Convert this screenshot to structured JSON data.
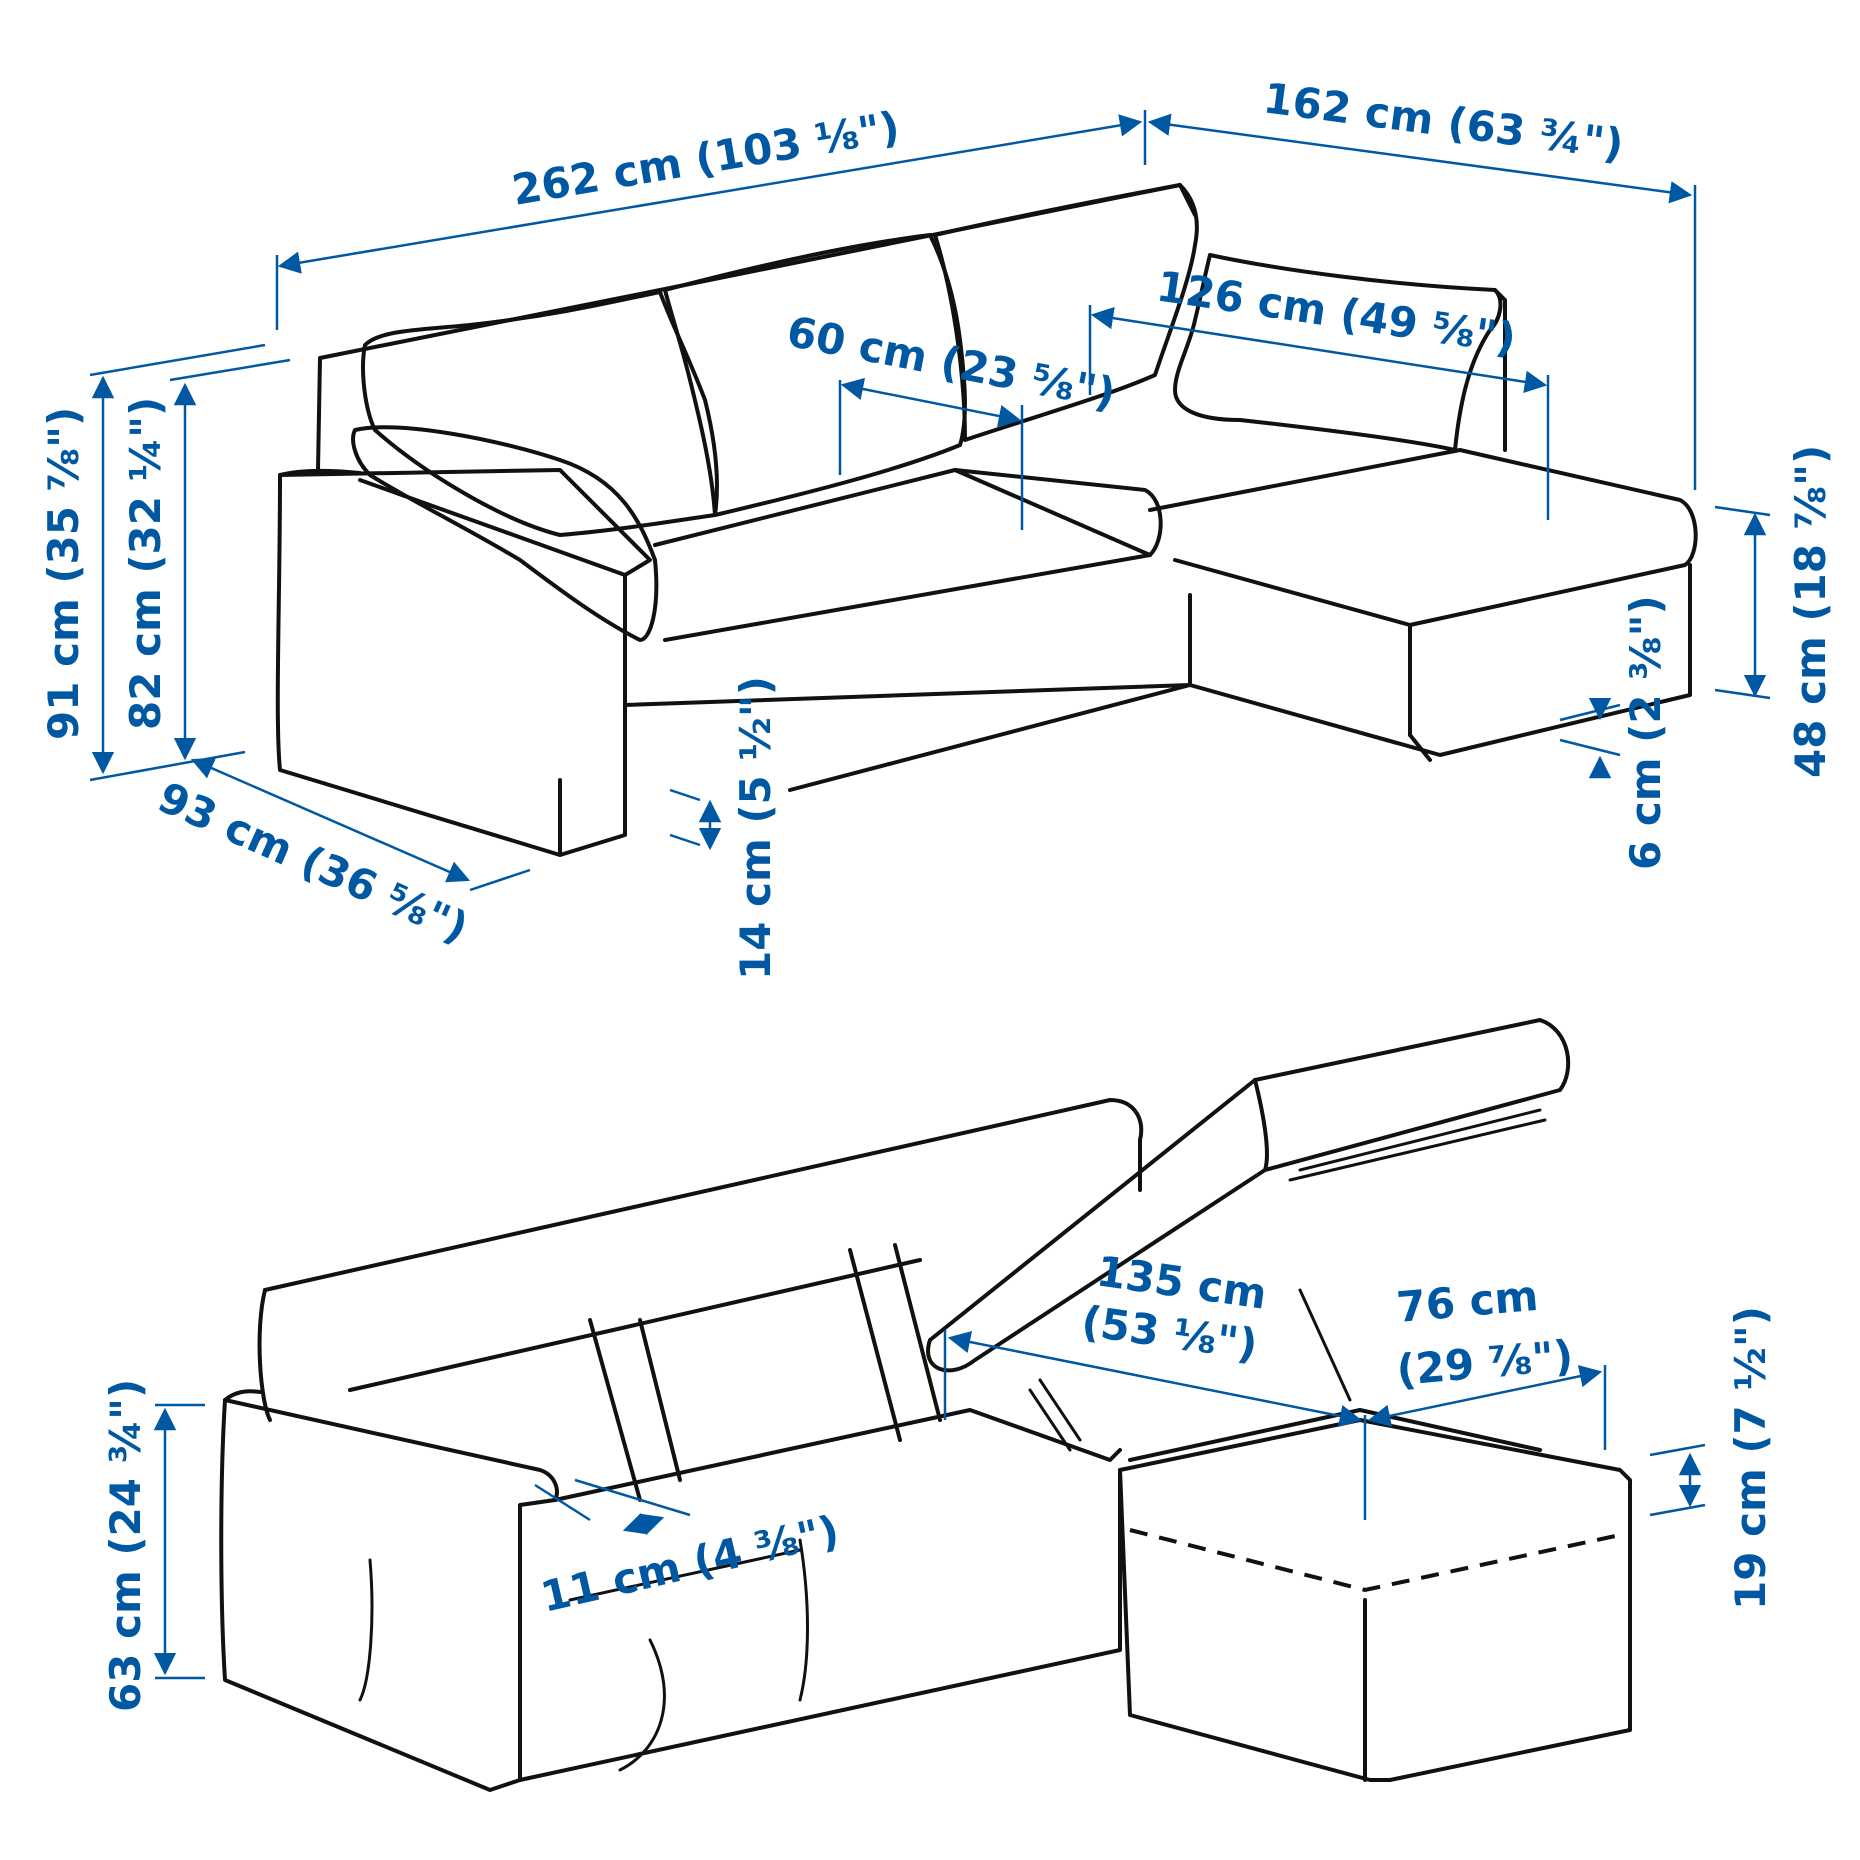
{
  "diagram": {
    "line_color": "#111111",
    "dimension_color": "#0058a3",
    "top_view": {
      "overall_width": "262 cm (103 ⅛\")",
      "chaise_depth": "162 cm (63 ¾\")",
      "chaise_seat_width": "126 cm (49 ⅝\")",
      "seat_depth": "60 cm (23 ⅝\")",
      "total_height": "91 cm (35 ⅞\")",
      "back_height": "82 cm (32 ¼\")",
      "sofa_depth": "93 cm (36 ⅝\")",
      "leg_clearance": "14 cm (5 ½\")",
      "chaise_leg_clearance": "6 cm (2 ⅜\")",
      "seat_height": "48 cm (18 ⅞\")"
    },
    "bottom_view": {
      "storage_length_value": "135 cm",
      "storage_length_imperial": "(53 ⅛\")",
      "storage_width_value": "76 cm",
      "storage_width_imperial": "(29 ⅞\")",
      "storage_depth": "19 cm (7 ½\")",
      "arm_height": "63 cm (24 ¾\")",
      "arm_width": "11 cm (4 ⅜\")"
    }
  }
}
